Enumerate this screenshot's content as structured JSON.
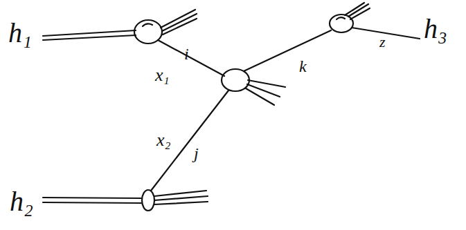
{
  "diagram": {
    "labels": [
      "h₁",
      "i",
      "x₁",
      "k",
      "z",
      "h₃",
      "x₂",
      "j",
      "h₂"
    ]
  }
}
